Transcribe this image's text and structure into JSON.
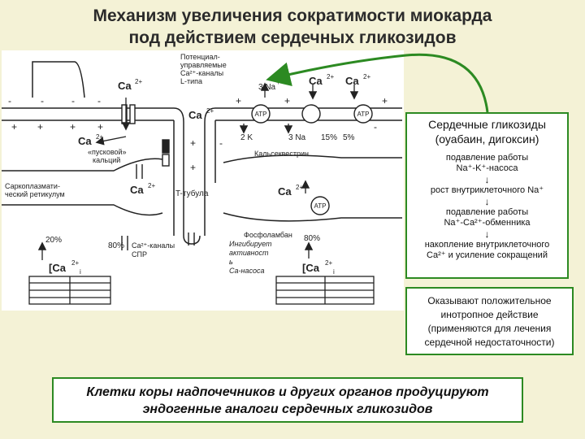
{
  "title": {
    "line1": "Механизм увеличения сократимости миокарда",
    "line2": "под действием сердечных гликозидов"
  },
  "diagram": {
    "ca": "Ca",
    "ca_sup": "2+",
    "channel_label": [
      "Потенциал-",
      "управляемые",
      "Ca²⁺-каналы",
      "L-типа"
    ],
    "na3": "3 Na",
    "na3_sup": "+",
    "na3b": "3 Na",
    "k2": "2 K",
    "atp": "ATP",
    "pct15": "15%",
    "pct5": "5%",
    "calsequestrin": "Кальсеквестрин",
    "trigger": [
      "«пусковой»",
      "кальций"
    ],
    "sr": [
      "Саркоплазмати-",
      "ческий ретикулум"
    ],
    "t_tubule": "T-тубула",
    "phospholamban": "Фосфоламбан",
    "inhibits": [
      "Ингибирует",
      "активност",
      "ь",
      "Ca-насоса"
    ],
    "pct20": "20%",
    "pct80a": "80%",
    "pct80b": "80%",
    "spr_channels": [
      "Ca²⁺-каналы",
      "СПР"
    ],
    "ca_i": "[Ca",
    "ca_i_sub": "i"
  },
  "mechanism": {
    "heading": [
      "Сердечные гликозиды",
      "(оуабаин, дигоксин)"
    ],
    "steps": [
      [
        "подавление работы",
        "Na⁺-K⁺-насоса"
      ],
      [
        "рост внутриклеточного Na⁺"
      ],
      [
        "подавление работы",
        "Na⁺-Ca²⁺-обменника"
      ],
      [
        "накопление внутриклеточного",
        "Ca²⁺ и усиление сокращений"
      ]
    ],
    "arrow": "↓"
  },
  "conclusion": [
    "Оказывают положительное",
    "инотропное действие",
    "(применяются для лечения",
    "сердечной недостаточности)"
  ],
  "footer": [
    "Клетки коры надпочечников и других органов продуцируют",
    "эндогенные аналоги сердечных гликозидов"
  ],
  "colors": {
    "background": "#f4f2d6",
    "green": "#2c8a22",
    "ink": "#222222"
  }
}
